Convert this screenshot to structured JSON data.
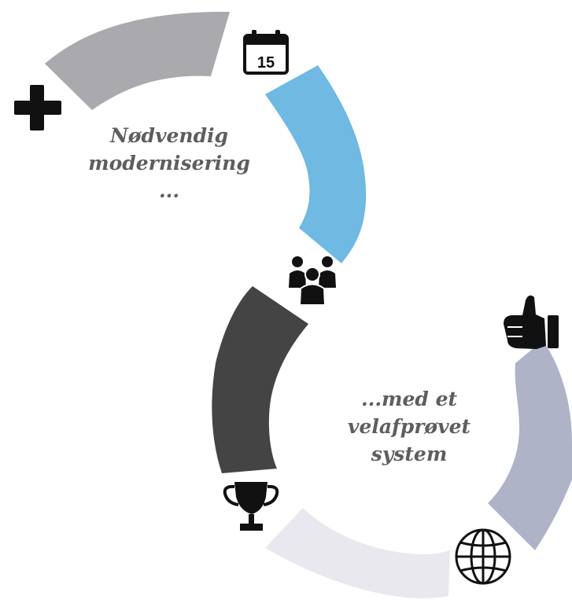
{
  "upper_cycle": {
    "caption_lines": [
      "Nødvendig",
      "modernisering",
      "..."
    ],
    "segments": [
      {
        "name": "upper-left-segment",
        "color": "#a9a9ae"
      },
      {
        "name": "upper-right-segment",
        "color": "#6fb9e3"
      }
    ],
    "icons": [
      {
        "name": "plus-icon"
      },
      {
        "name": "calendar-icon",
        "label": "15"
      },
      {
        "name": "team-icon"
      }
    ]
  },
  "lower_cycle": {
    "caption_lines": [
      "...med et",
      "velafprøvet",
      "system"
    ],
    "segments": [
      {
        "name": "lower-left-segment",
        "color": "#444444"
      },
      {
        "name": "lower-right-segment",
        "color": "#aeb3c8"
      },
      {
        "name": "lower-bottom-segment",
        "color": "#e8e8ee"
      }
    ],
    "icons": [
      {
        "name": "thumbs-up-icon"
      },
      {
        "name": "trophy-icon"
      },
      {
        "name": "globe-icon"
      }
    ]
  }
}
